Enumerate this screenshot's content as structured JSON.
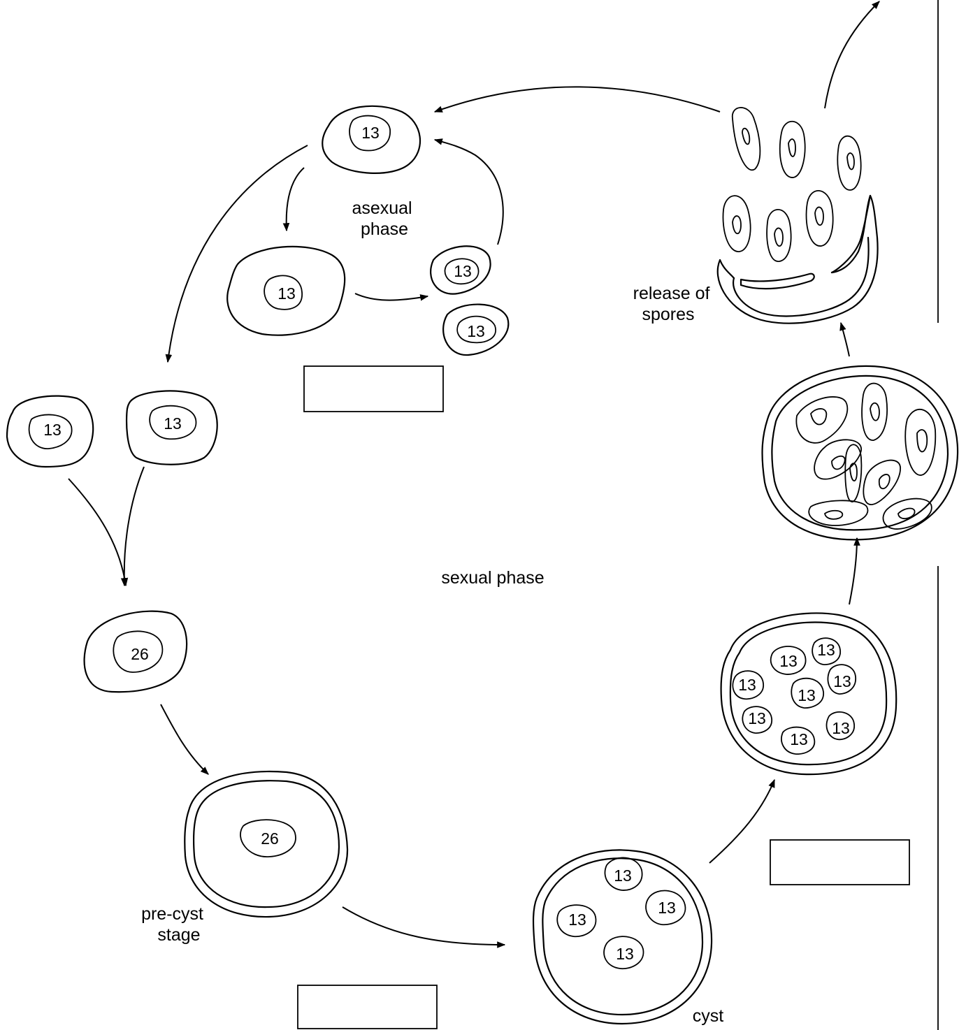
{
  "labels": {
    "asexual_phase": [
      "asexual",
      "phase"
    ],
    "sexual_phase": "sexual phase",
    "release_of_spores": [
      "release of",
      "spores"
    ],
    "pre_cyst_stage": [
      "pre-cyst",
      "stage"
    ],
    "cyst": "cyst"
  },
  "chromosome_numbers": {
    "haploid": "13",
    "diploid": "26"
  },
  "answer_boxes": 3
}
